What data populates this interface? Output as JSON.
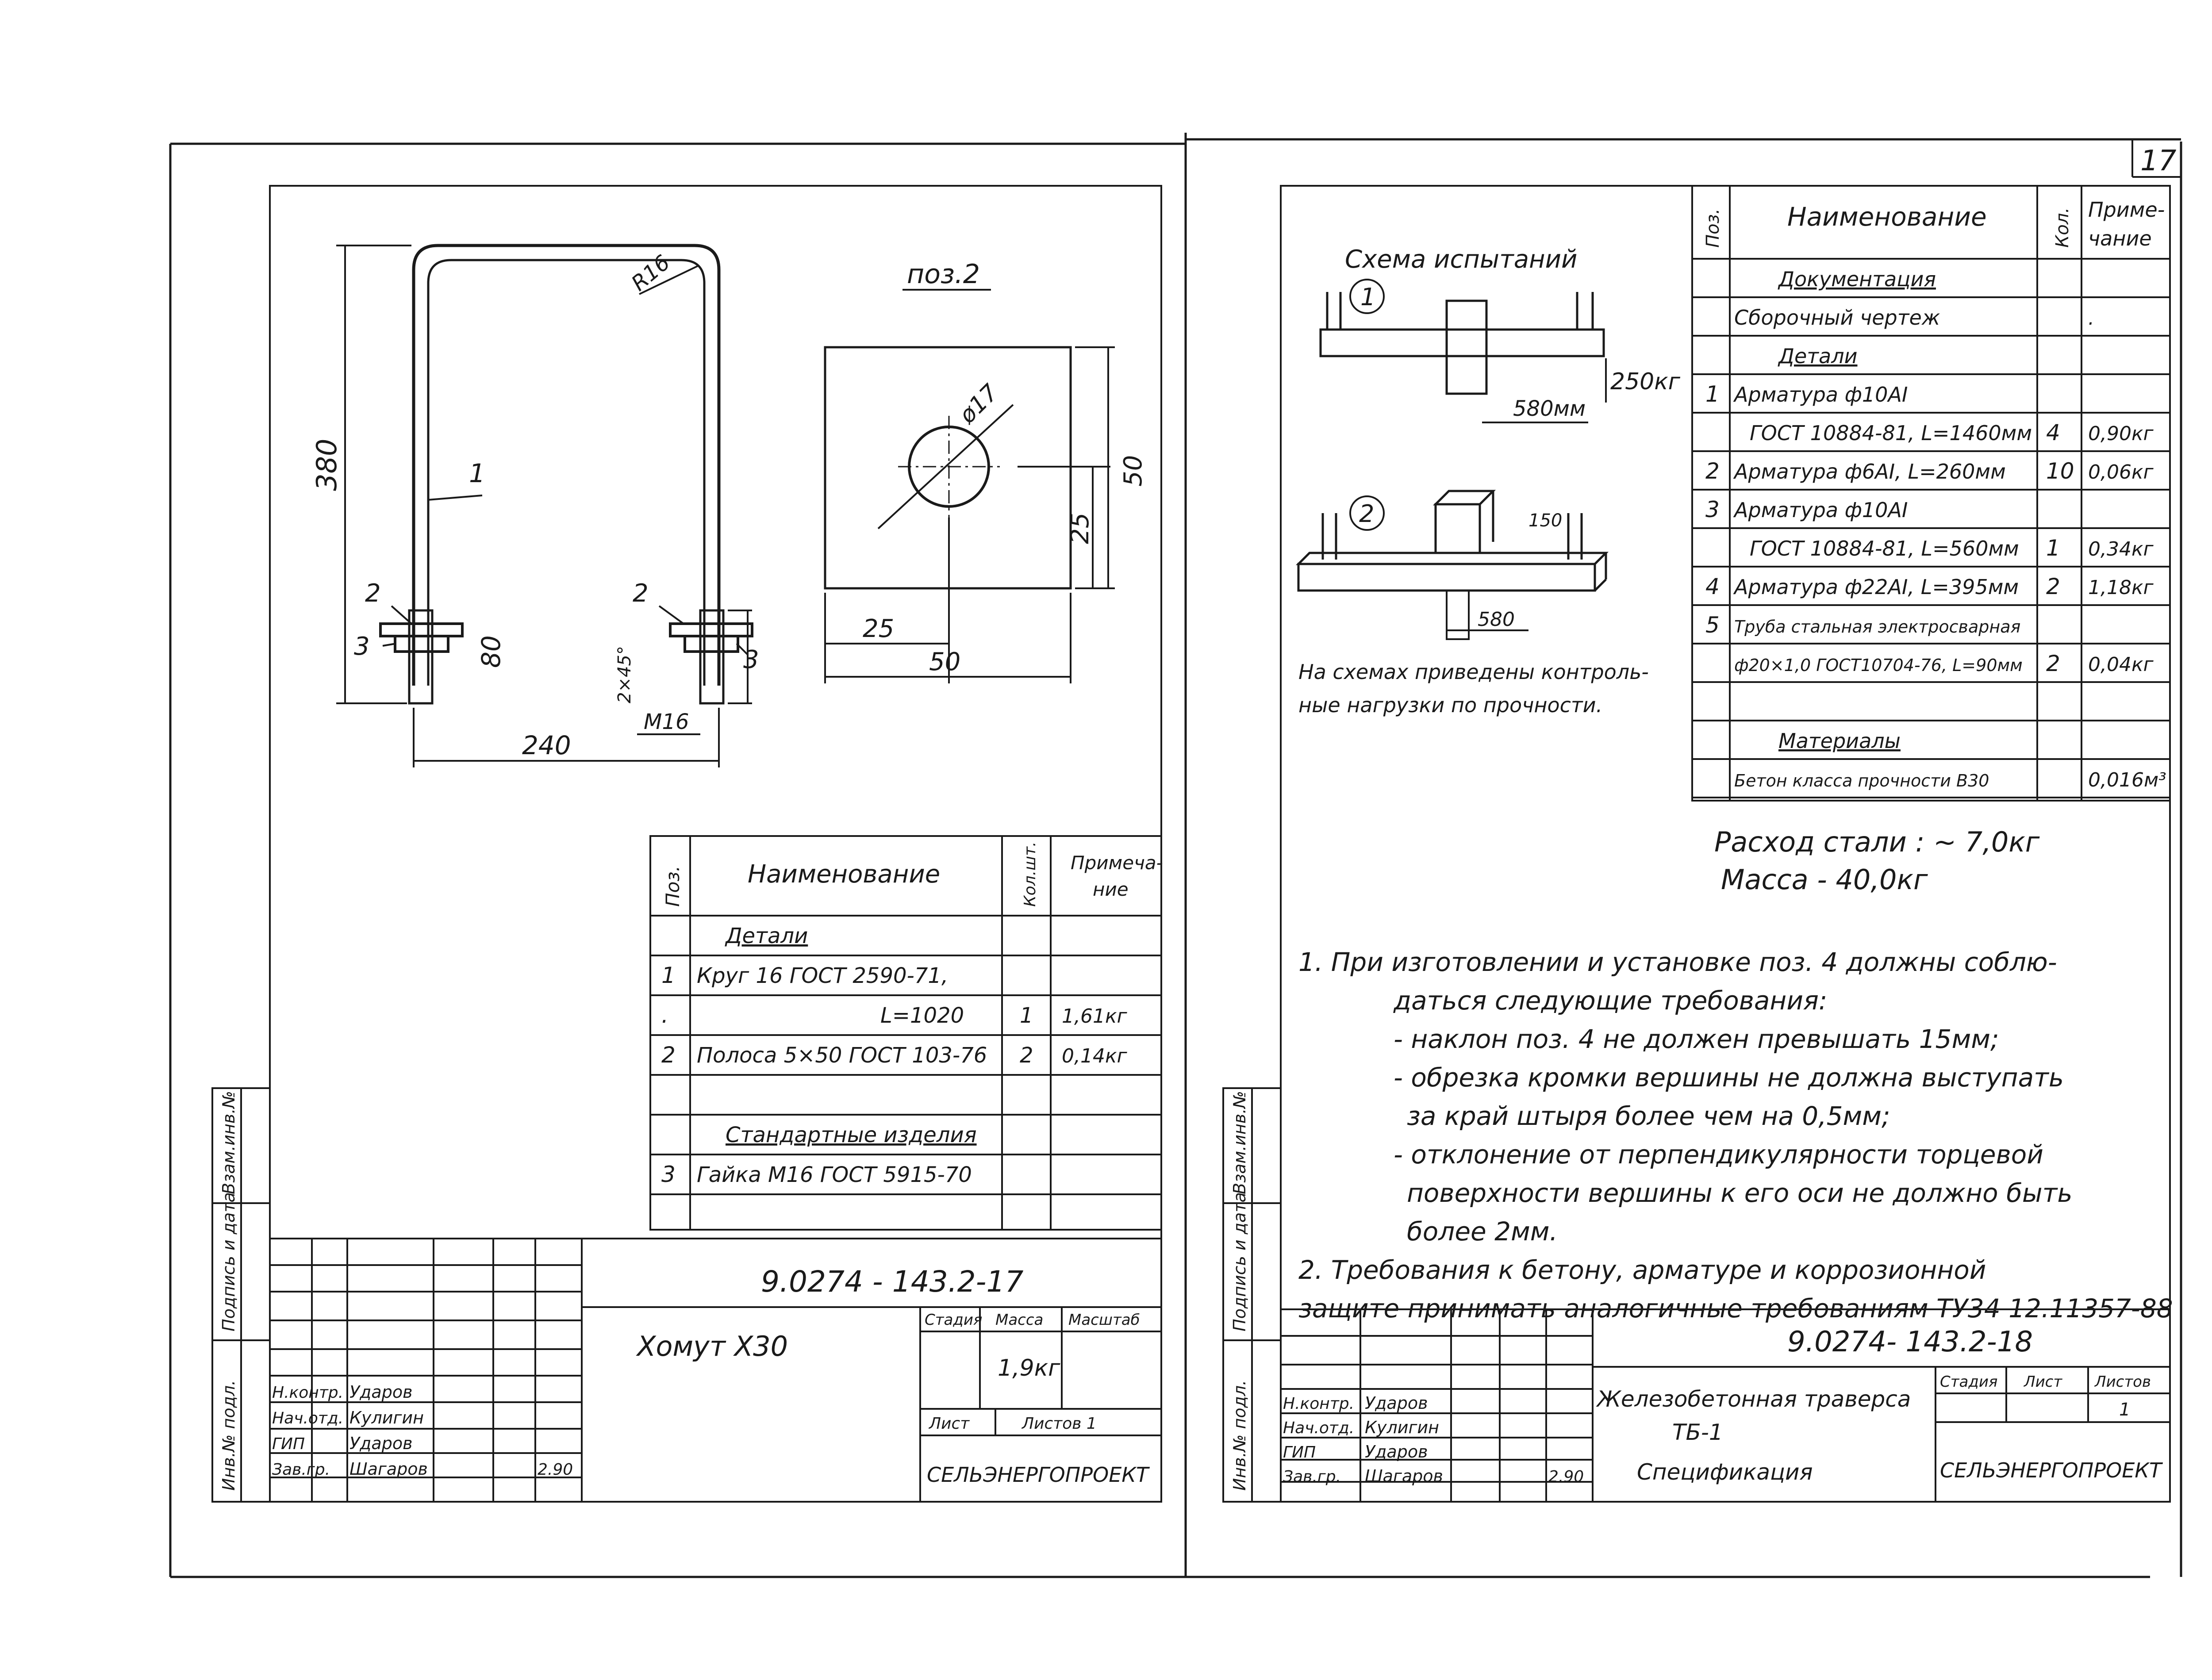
{
  "page_number": "17",
  "left_sheet": {
    "pos2_label": "поз.2",
    "dims": {
      "height_380": "380",
      "width_240": "240",
      "thread_80": "80",
      "radius": "R16",
      "chamfer": "2×45°",
      "thread": "М16",
      "hole": "ø17",
      "plate_50w": "50",
      "plate_50h": "50",
      "plate_25w": "25",
      "plate_25h": "25",
      "callout_1": "1",
      "callout_2a": "2",
      "callout_3a": "3",
      "callout_2b": "2",
      "callout_3b": "3"
    },
    "spec_headers": {
      "pos": "Поз.",
      "name": "Наименование",
      "qty": "Кол.шт.",
      "note1": "Примеча-",
      "note2": "ние"
    },
    "spec_rows": [
      {
        "pos": "",
        "name": "Детали",
        "qty": "",
        "note": ""
      },
      {
        "pos": "1",
        "name": "Круг 16 ГОСТ 2590-71,",
        "qty": "",
        "note": ""
      },
      {
        "pos": ".",
        "name": "L=1020",
        "qty": "1",
        "note": "1,61кг"
      },
      {
        "pos": "2",
        "name": "Полоса 5×50 ГОСТ 103-76",
        "qty": "2",
        "note": "0,14кг"
      },
      {
        "pos": "",
        "name": "",
        "qty": "",
        "note": ""
      },
      {
        "pos": "",
        "name": "Стандартные изделия",
        "qty": "",
        "note": ""
      },
      {
        "pos": "3",
        "name": "Гайка М16 ГОСТ 5915-70",
        "qty": "",
        "note": ""
      }
    ],
    "side_stamp": [
      "Инв.№ подл.",
      "Подпись и дата",
      "Взам.инв.№"
    ],
    "title_block": {
      "doc_code": "9.0274 - 143.2-17",
      "item_name": "Хомут Х30",
      "stage_h": "Стадия",
      "mass_h": "Масса",
      "scale_h": "Масштаб",
      "mass": "1,9кг",
      "sheet_h": "Лист",
      "sheets_h": "Листов 1",
      "org": "СЕЛЬЭНЕРГОПРОЕКТ",
      "signers": [
        {
          "role": "Н.контр.",
          "name": "Ударов",
          "date": ""
        },
        {
          "role": "Нач.отд.",
          "name": "Кулигин",
          "date": ""
        },
        {
          "role": "ГИП",
          "name": "Ударов",
          "date": ""
        },
        {
          "role": "Зав.гр.",
          "name": "Шагаров",
          "date": "2.90"
        }
      ]
    }
  },
  "right_sheet": {
    "scheme_title": "Схема испытаний",
    "scheme_1": "1",
    "scheme_2": "2",
    "load_250": "250кг",
    "dim_580mm": "580мм",
    "dim_150": "150",
    "dim_580": "580",
    "scheme_note_1": "На схемах приведены контроль-",
    "scheme_note_2": "ные нагрузки по прочности.",
    "spec_headers": {
      "pos": "Поз.",
      "name": "Наименование",
      "qty": "Кол.",
      "note1": "Приме-",
      "note2": "чание"
    },
    "spec_rows": [
      {
        "pos": "",
        "name": "Документация",
        "qty": "",
        "note": ""
      },
      {
        "pos": "",
        "name": "Сборочный чертеж",
        "qty": "",
        "note": "."
      },
      {
        "pos": "",
        "name": "Детали",
        "qty": "",
        "note": ""
      },
      {
        "pos": "1",
        "name": "Арматура ф10АI",
        "qty": "",
        "note": ""
      },
      {
        "pos": "",
        "name": "ГОСТ 10884-81, L=1460мм",
        "qty": "4",
        "note": "0,90кг"
      },
      {
        "pos": "2",
        "name": "Арматура ф6АI, L=260мм",
        "qty": "10",
        "note": "0,06кг"
      },
      {
        "pos": "3",
        "name": "Арматура ф10АI",
        "qty": "",
        "note": ""
      },
      {
        "pos": "",
        "name": "ГОСТ 10884-81, L=560мм",
        "qty": "1",
        "note": "0,34кг"
      },
      {
        "pos": "4",
        "name": "Арматура ф22АI, L=395мм",
        "qty": "2",
        "note": "1,18кг"
      },
      {
        "pos": "5",
        "name": "Труба стальная электросварная",
        "qty": "",
        "note": ""
      },
      {
        "pos": "",
        "name": "ф20×1,0 ГОСТ10704-76, L=90мм",
        "qty": "2",
        "note": "0,04кг"
      },
      {
        "pos": "",
        "name": "",
        "qty": "",
        "note": ""
      },
      {
        "pos": "",
        "name": "Материалы",
        "qty": "",
        "note": ""
      },
      {
        "pos": "",
        "name": "Бетон класса прочности В30",
        "qty": "",
        "note": "0,016м³"
      }
    ],
    "steel_use": "Расход стали : ~ 7,0кг",
    "mass_line": "Масса - 40,0кг",
    "notes": [
      "1. При изготовлении и установке поз. 4 должны соблю-",
      "даться следующие требования:",
      "- наклон поз. 4 не должен превышать 15мм;",
      "- обрезка кромки вершины не должна выступать",
      "за край штыря более чем на 0,5мм;",
      "- отклонение от перпендикулярности торцевой",
      "поверхности вершины к его оси не должно быть",
      "более 2мм.",
      "2. Требования к бетону, арматуре и коррозионной",
      "защите принимать аналогичные требованиям ТУ34 12.11357-88"
    ],
    "side_stamp": [
      "Инв.№ подл.",
      "Подпись и дата",
      "Взам.инв.№"
    ],
    "title_block": {
      "doc_code": "9.0274- 143.2-18",
      "item_line1": "Железобетонная траверса",
      "item_line2": "ТБ-1",
      "item_line3": "Спецификация",
      "stage_h": "Стадия",
      "sheet_h": "Лист",
      "sheets_h": "Листов",
      "sheets_val": "1",
      "org": "СЕЛЬЭНЕРГОПРОЕКТ",
      "signers": [
        {
          "role": "Н.контр.",
          "name": "Ударов",
          "date": ""
        },
        {
          "role": "Нач.отд.",
          "name": "Кулигин",
          "date": ""
        },
        {
          "role": "ГИП",
          "name": "Ударов",
          "date": ""
        },
        {
          "role": "Зав.гр.",
          "name": "Шагаров",
          "date": "2.90"
        }
      ]
    }
  }
}
